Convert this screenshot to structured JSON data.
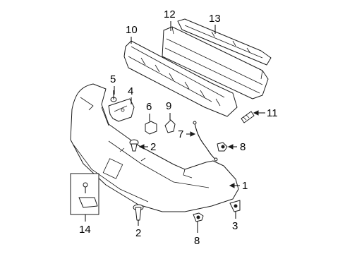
{
  "callouts": {
    "c1": "1",
    "c2a": "2",
    "c2b": "2",
    "c3": "3",
    "c4": "4",
    "c5": "5",
    "c6": "6",
    "c7": "7",
    "c8a": "8",
    "c8b": "8",
    "c9": "9",
    "c10": "10",
    "c11": "11",
    "c12": "12",
    "c13": "13",
    "c14": "14"
  },
  "colors": {
    "line": "#1a1a1a",
    "background": "#ffffff"
  }
}
